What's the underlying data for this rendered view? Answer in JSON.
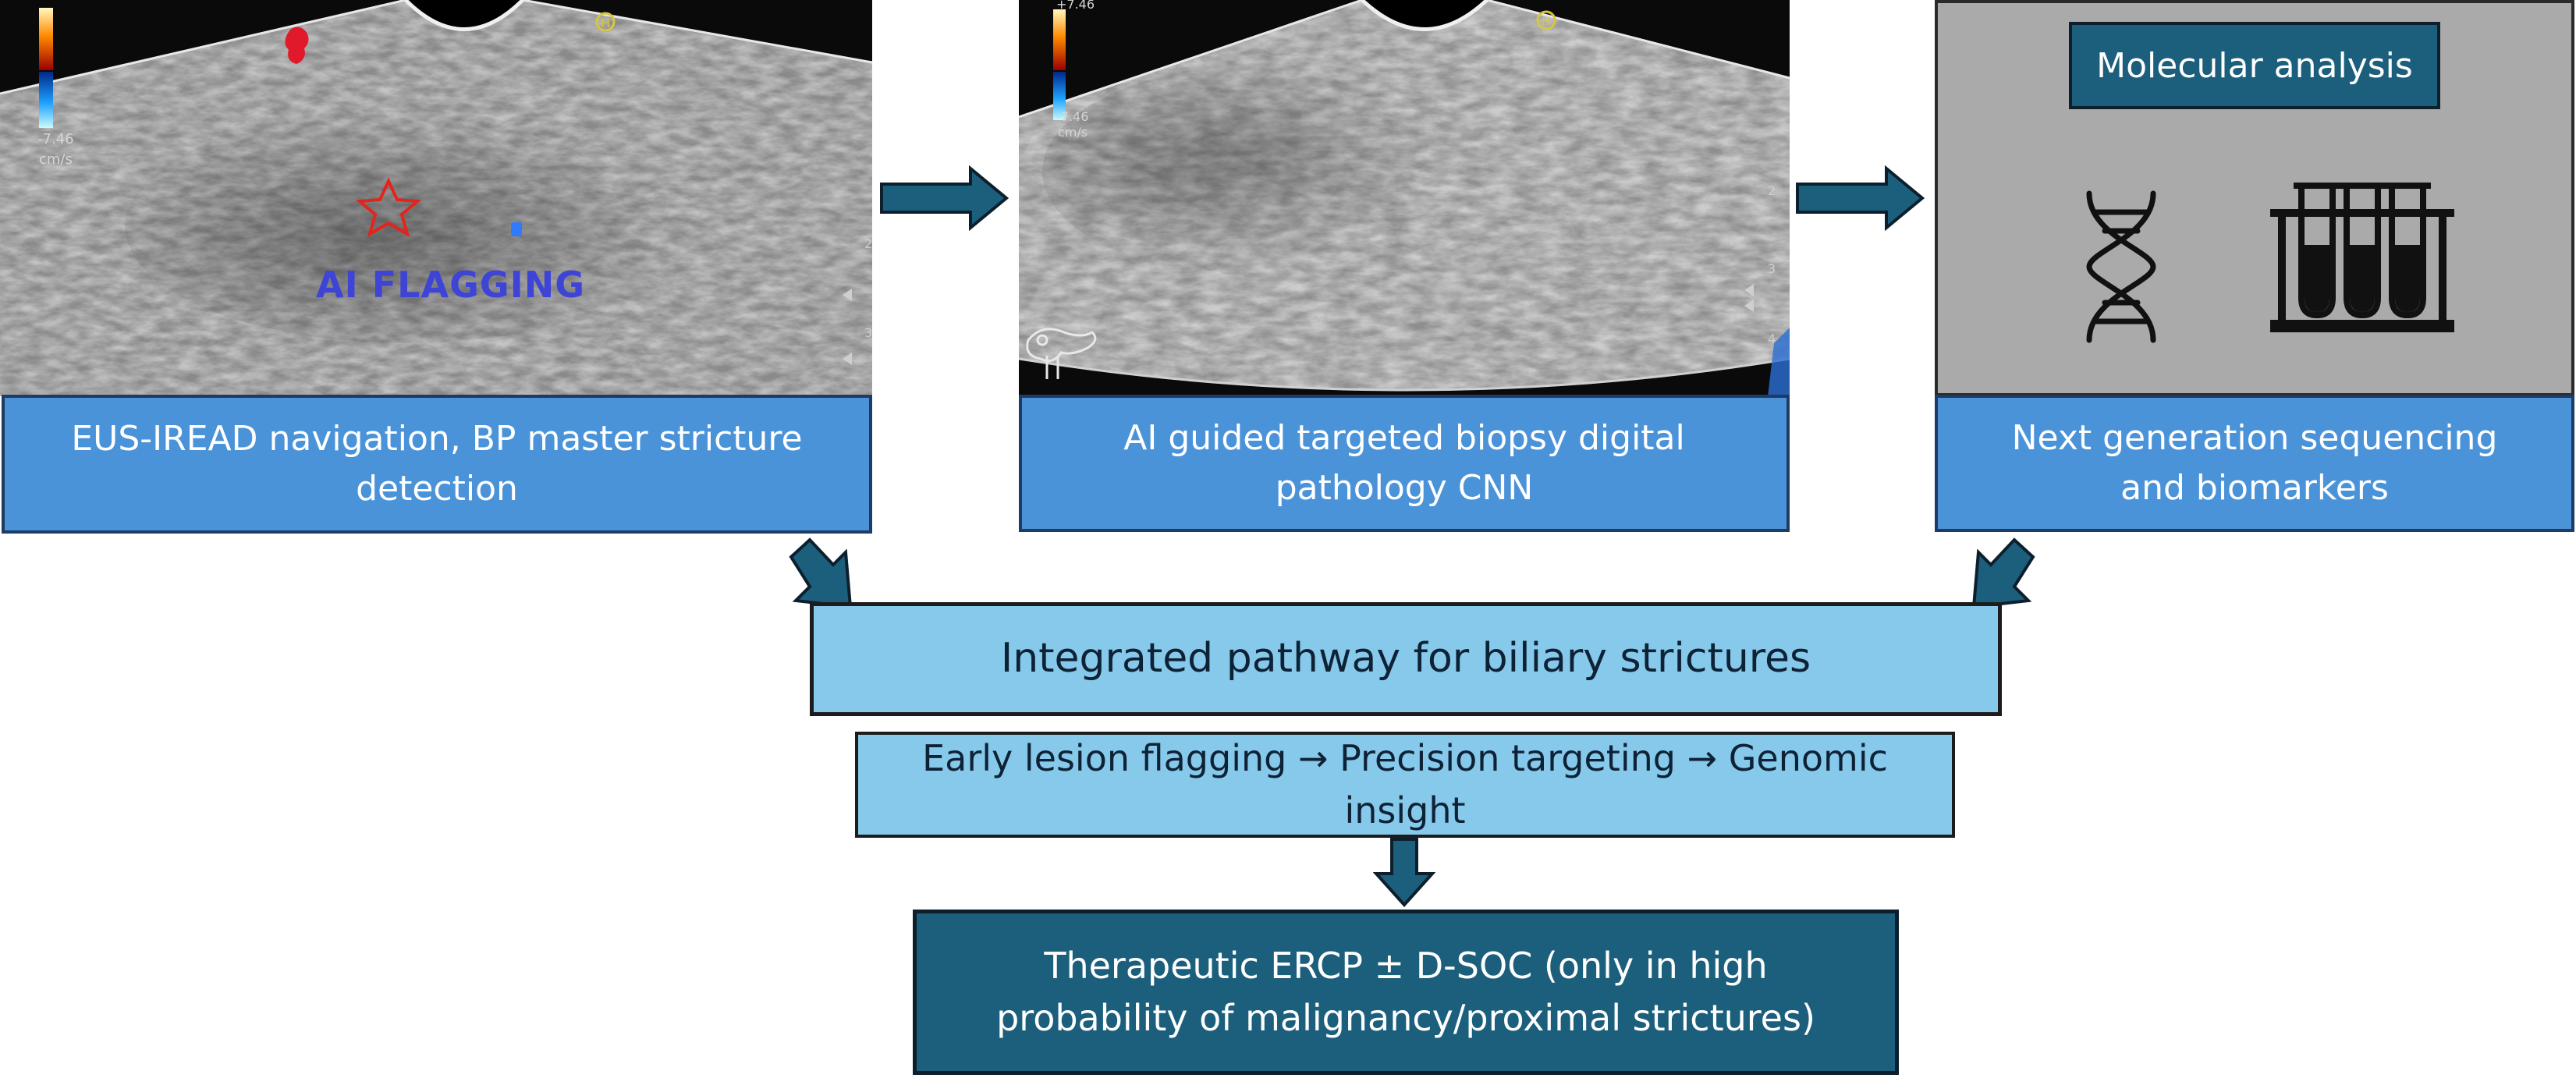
{
  "panel1": {
    "overlay_text": "AI FLAGGING",
    "scale_bottom": "-7.46",
    "scale_unit": "cm/s",
    "caption": "EUS-IREAD navigation, BP master stricture detection"
  },
  "panel2": {
    "scale_top": "+7.46",
    "scale_bottom": "-7.46",
    "scale_unit": "cm/s",
    "caption": "AI guided  targeted biopsy digital pathology CNN"
  },
  "panel3": {
    "title": "Molecular analysis",
    "caption": "Next generation sequencing and biomarkers"
  },
  "pathway": {
    "title": "Integrated pathway for biliary strictures",
    "steps": "Early lesion flagging → Precision targeting → Genomic insight",
    "therapy": "Therapeutic ERCP ± D-SOC (only in high probability of malignancy/proximal strictures)"
  },
  "colors": {
    "caption_blue": "#4b93d9",
    "light_blue": "#86c9ea",
    "dark_teal": "#1b5f7c",
    "panel_gray": "#aaaaaa",
    "ai_flag_text": "#3d44d6"
  },
  "icons": [
    "dna-icon",
    "test-tubes-icon",
    "star-icon",
    "pancreas-icon"
  ]
}
